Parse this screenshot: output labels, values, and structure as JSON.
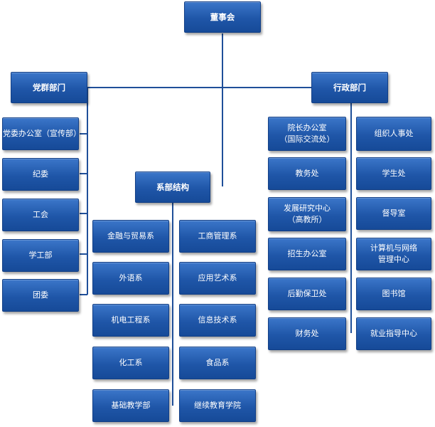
{
  "top": "董事会",
  "left_branch": {
    "title": "党群部门",
    "items": [
      "党委办公室（宣传部）",
      "纪委",
      "工会",
      "学工部",
      "团委"
    ]
  },
  "middle_branch": {
    "title": "系部结构",
    "left_items": [
      "金融与贸易系",
      "外语系",
      "机电工程系",
      "化工系",
      "基础教学部"
    ],
    "right_items": [
      "工商管理系",
      "应用艺术系",
      "信息技术系",
      "食品系",
      "继续教育学院"
    ]
  },
  "right_branch": {
    "title": "行政部门",
    "left_items": [
      [
        "院长办公室",
        "（国际交流处）"
      ],
      [
        "教务处"
      ],
      [
        "发展研究中心",
        "（高教所）"
      ],
      [
        "招生办公室"
      ],
      [
        "后勤保卫处"
      ],
      [
        "财务处"
      ]
    ],
    "right_items": [
      [
        "组织人事处"
      ],
      [
        "学生处"
      ],
      [
        "督导室"
      ],
      [
        "计算机与网络",
        "管理中心"
      ],
      [
        "图书馆"
      ],
      [
        "就业指导中心"
      ]
    ]
  }
}
